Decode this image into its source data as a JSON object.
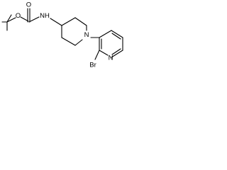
{
  "molecule": {
    "atoms": {
      "carbonyl_oxygen": "O",
      "ester_oxygen": "O",
      "amide_nh": "NH",
      "piperidine_n": "N",
      "pyridine_n": "N",
      "bromine": "Br"
    }
  }
}
